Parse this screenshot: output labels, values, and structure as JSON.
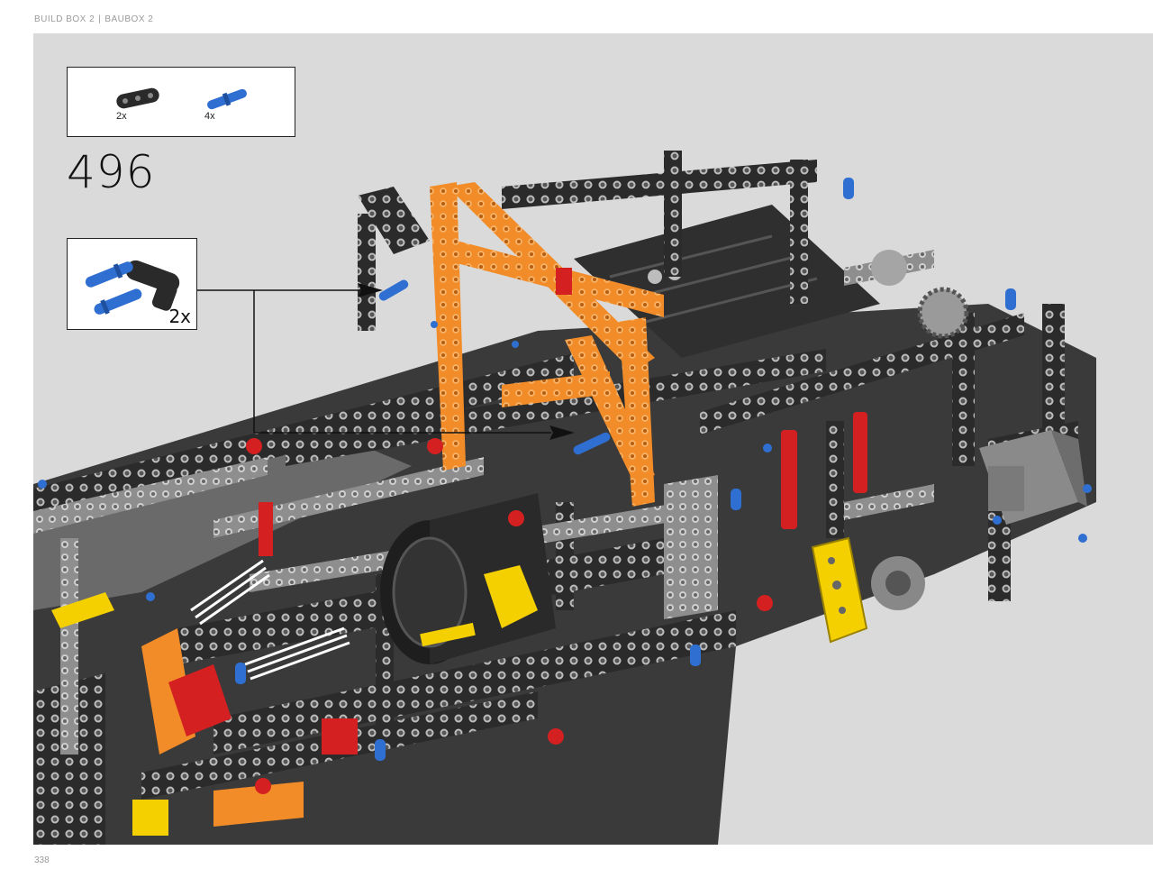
{
  "header": {
    "book_en": "BUILD BOX 2",
    "separator": "|",
    "book_de": "BAUBOX 2"
  },
  "page_number": "338",
  "step": {
    "number": "496"
  },
  "parts_list": [
    {
      "name": "black-beam-3",
      "icon": "black-liftarm-icon",
      "quantity": "2x",
      "color": "#2a2a2a"
    },
    {
      "name": "blue-axle-pin",
      "icon": "blue-pin-icon",
      "quantity": "4x",
      "color": "#2f6fd1"
    }
  ],
  "sub_assembly": {
    "quantity": "2x"
  },
  "colors": {
    "background": "#dadada",
    "beam_dark": "#2b2b2b",
    "beam_grey": "#9c9c9c",
    "orange": "#f28c28",
    "red": "#d42020",
    "yellow": "#f4d000",
    "blue": "#2f6fd1"
  }
}
